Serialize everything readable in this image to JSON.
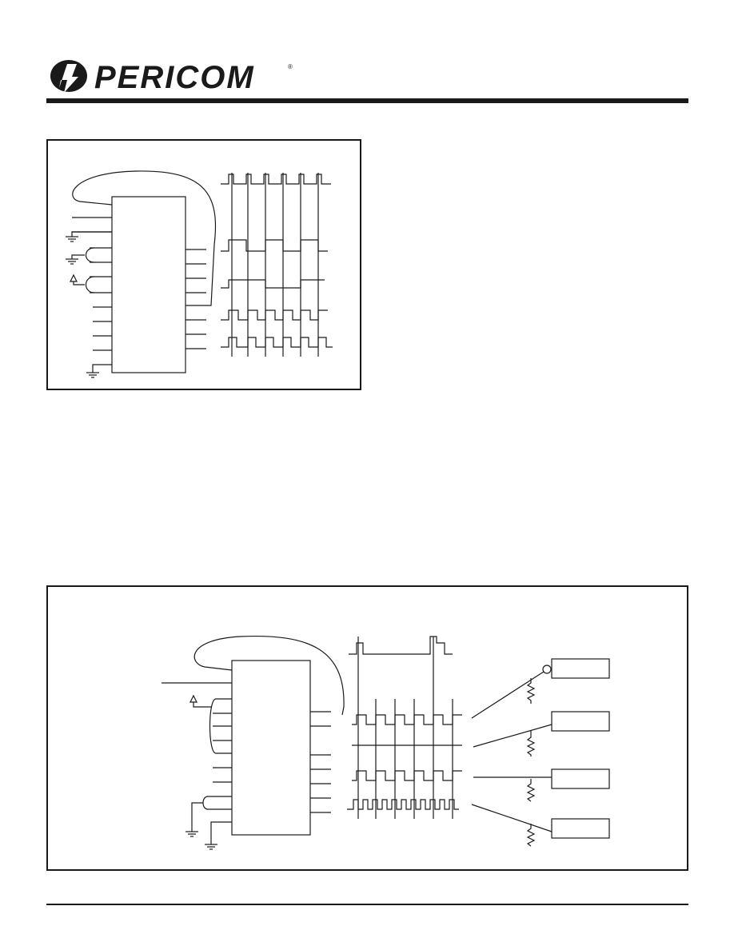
{
  "header": {
    "brand": "PERICOM",
    "registered_mark": "®"
  },
  "figures": [
    {
      "id": "fig1",
      "description_text": ""
    },
    {
      "id": "fig2",
      "description_text": ""
    }
  ],
  "colors": {
    "ink": "#1a1a1a",
    "paper": "#ffffff"
  }
}
